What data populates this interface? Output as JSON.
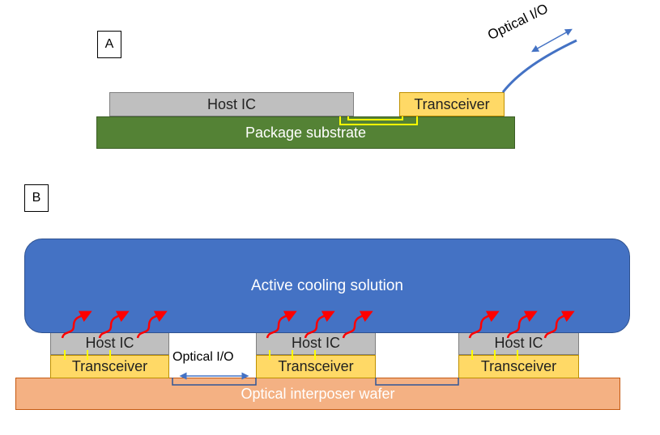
{
  "panel_a": {
    "label": "A",
    "host_ic": "Host IC",
    "transceiver": "Transceiver",
    "package_substrate": "Package substrate",
    "optical_io": "Optical I/O"
  },
  "panel_b": {
    "label": "B",
    "cooling": "Active cooling solution",
    "interposer": "Optical interposer wafer",
    "optical_io": "Optical I/O",
    "stacks": [
      {
        "host_ic": "Host IC",
        "transceiver": "Transceiver"
      },
      {
        "host_ic": "Host IC",
        "transceiver": "Transceiver"
      },
      {
        "host_ic": "Host IC",
        "transceiver": "Transceiver"
      }
    ]
  },
  "colors": {
    "host_ic": "#bfbfbf",
    "transceiver": "#ffd966",
    "substrate": "#548235",
    "cooling": "#4472c4",
    "interposer": "#f4b183",
    "fiber": "#4472c4",
    "heat_arrow": "#ff0000",
    "connection": "#ffff00"
  }
}
